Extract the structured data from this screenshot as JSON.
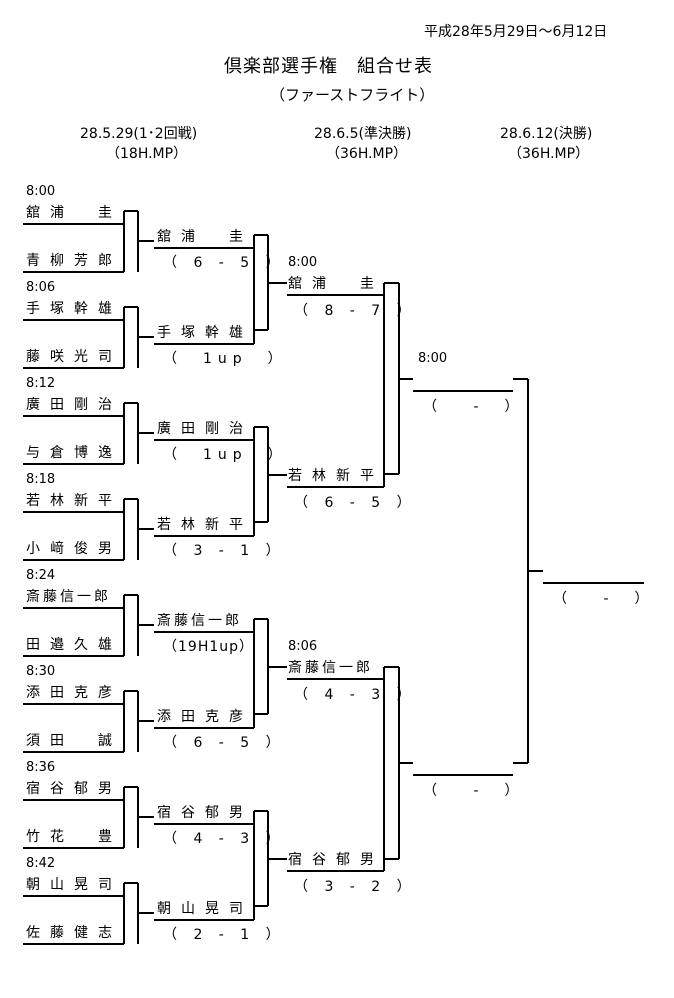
{
  "date_range": "平成28年5月29日～6月12日",
  "title": "倶楽部選手権　組合せ表",
  "subtitle": "（ファーストフライト）",
  "rounds": [
    {
      "date": "28.5.29(1･2回戦)",
      "format": "（18H.MP）"
    },
    {
      "date": "28.6.5(準決勝)",
      "format": "（36H.MP）"
    },
    {
      "date": "28.6.12(決勝)",
      "format": "（36H.MP）"
    }
  ],
  "round1": [
    {
      "time": "8:00",
      "player_a": "舘浦　圭",
      "player_b": "青柳芳郎"
    },
    {
      "time": "8:06",
      "player_a": "手塚幹雄",
      "player_b": "藤咲光司"
    },
    {
      "time": "8:12",
      "player_a": "廣田剛治",
      "player_b": "与倉博逸"
    },
    {
      "time": "8:18",
      "player_a": "若林新平",
      "player_b": "小﨑俊男"
    },
    {
      "time": "8:24",
      "player_a": "斎藤信一郎",
      "player_b": "田邉久雄"
    },
    {
      "time": "8:30",
      "player_a": "添田克彦",
      "player_b": "須田　誠"
    },
    {
      "time": "8:36",
      "player_a": "宿谷郁男",
      "player_b": "竹花　豊"
    },
    {
      "time": "8:42",
      "player_a": "朝山晃司",
      "player_b": "佐藤健志"
    }
  ],
  "round2": [
    {
      "winner": "舘浦　圭",
      "score": "（ 6 - 5 ）"
    },
    {
      "winner": "手塚幹雄",
      "score": "（　1up　）"
    },
    {
      "winner": "廣田剛治",
      "score": "（　1up　）"
    },
    {
      "winner": "若林新平",
      "score": "（ 3 - 1 ）"
    },
    {
      "winner": "斎藤信一郎",
      "score": "（19H1up）"
    },
    {
      "winner": "添田克彦",
      "score": "（ 6 - 5 ）"
    },
    {
      "winner": "宿谷郁男",
      "score": "（ 4 - 3 ）"
    },
    {
      "winner": "朝山晃司",
      "score": "（ 2 - 1 ）"
    }
  ],
  "semifinal_times": [
    "8:00",
    "8:06"
  ],
  "quarterfinal_results": [
    {
      "winner": "舘浦　圭",
      "score": "（ 8 - 7 ）"
    },
    {
      "winner": "若林新平",
      "score": "（ 6 - 5 ）"
    },
    {
      "winner": "斎藤信一郎",
      "score": "（ 4 - 3 ）"
    },
    {
      "winner": "宿谷郁男",
      "score": "（ 3 - 2 ）"
    }
  ],
  "final_time": "8:00",
  "semifinal_results": [
    {
      "winner": "",
      "score": "（　 -　）"
    },
    {
      "winner": "",
      "score": "（　 -　）"
    }
  ],
  "champion": {
    "winner": "",
    "score": "（　 -　）"
  }
}
